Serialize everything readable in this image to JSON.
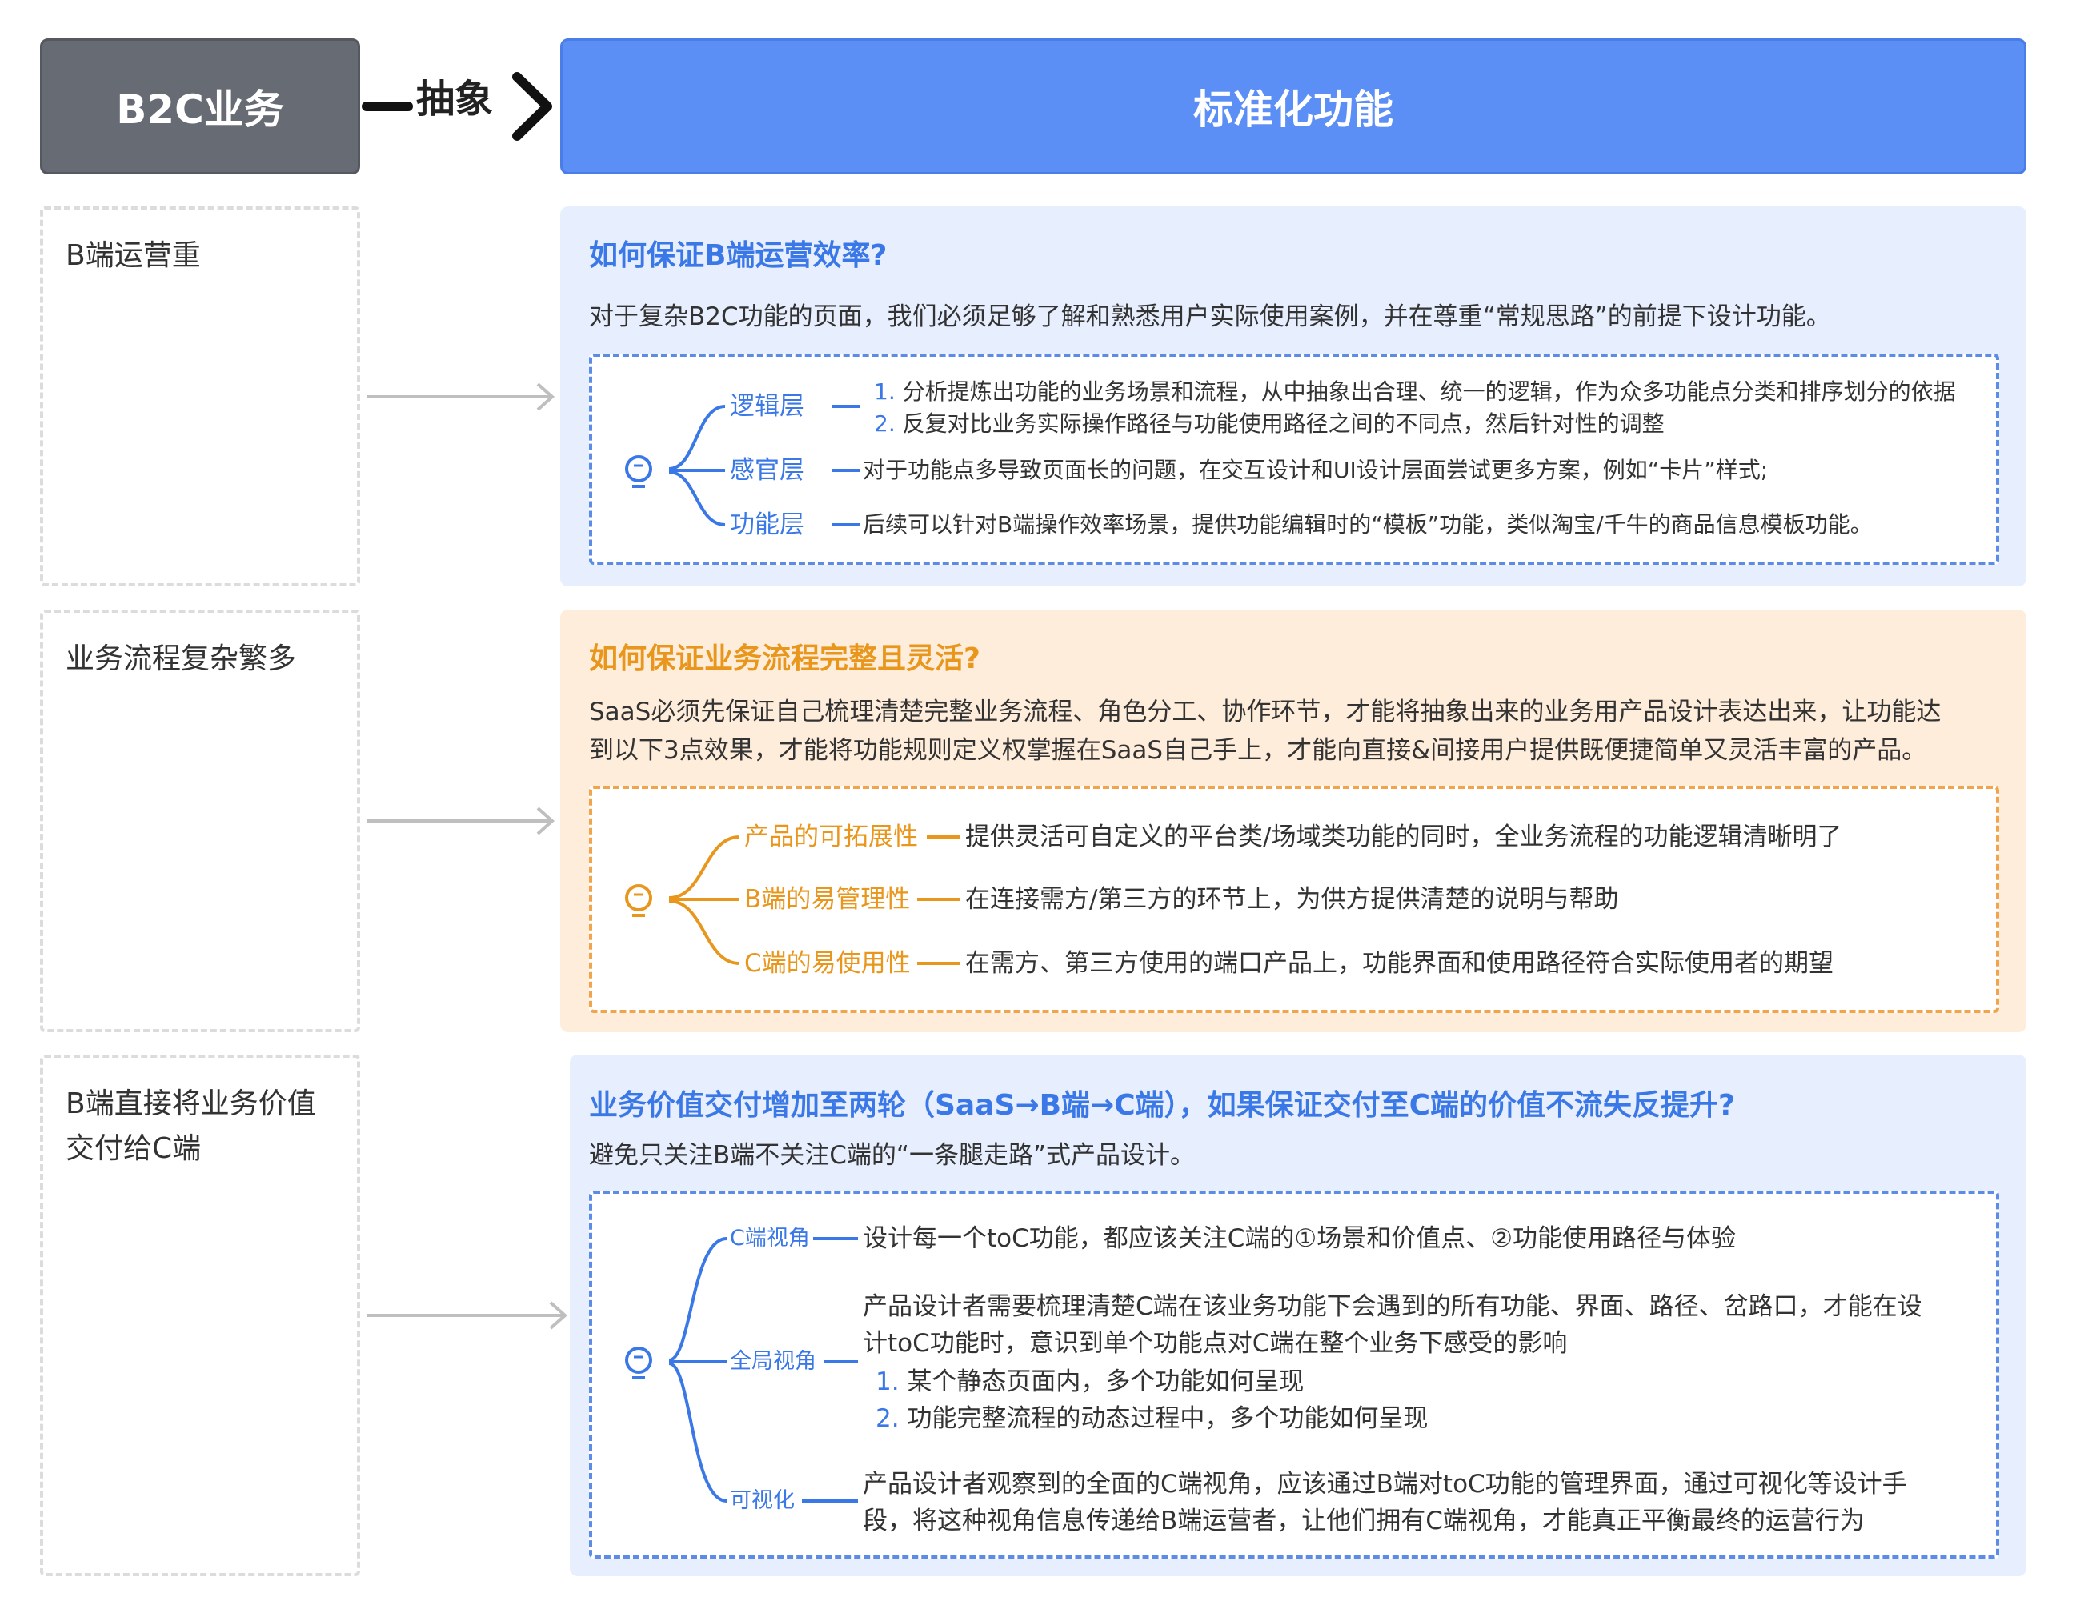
{
  "header": {
    "left_label": "B2C业务",
    "connector_label": "抽象",
    "right_label": "标准化功能"
  },
  "rows": [
    {
      "left": "B端运营重",
      "title": "如何保证B端运营效率?",
      "desc": "对于复杂B2C功能的页面，我们必须足够了解和熟悉用户实际使用案例，并在尊重“常规思路”的前提下设计功能。",
      "branches": [
        {
          "label": "逻辑层",
          "items": [
            {
              "num": "1.",
              "text": "分析提炼出功能的业务场景和流程，从中抽象出合理、统一的逻辑，作为众多功能点分类和排序划分的依据"
            },
            {
              "num": "2.",
              "text": "反复对比业务实际操作路径与功能使用路径之间的不同点，然后针对性的调整"
            }
          ]
        },
        {
          "label": "感官层",
          "text": "对于功能点多导致页面长的问题，在交互设计和UI设计层面尝试更多方案，例如“卡片”样式;"
        },
        {
          "label": "功能层",
          "text": "后续可以针对B端操作效率场景，提供功能编辑时的“模板”功能，类似淘宝/千牛的商品信息模板功能。"
        }
      ]
    },
    {
      "left": "业务流程复杂繁多",
      "title": "如何保证业务流程完整且灵活?",
      "desc_lines": [
        "SaaS必须先保证自己梳理清楚完整业务流程、角色分工、协作环节，才能将抽象出来的业务用产品设计表达出来，让功能达",
        "到以下3点效果，才能将功能规则定义权掌握在SaaS自己手上，才能向直接&间接用户提供既便捷简单又灵活丰富的产品。"
      ],
      "branches": [
        {
          "label": "产品的可拓展性",
          "text": "提供灵活可自定义的平台类/场域类功能的同时，全业务流程的功能逻辑清晰明了"
        },
        {
          "label": "B端的易管理性",
          "text": "在连接需方/第三方的环节上，为供方提供清楚的说明与帮助"
        },
        {
          "label": "C端的易使用性",
          "text": "在需方、第三方使用的端口产品上，功能界面和使用路径符合实际使用者的期望"
        }
      ]
    },
    {
      "left_lines": [
        "B端直接将业务价值",
        "交付给C端"
      ],
      "title": "业务价值交付增加至两轮（SaaS→B端→C端），如果保证交付至C端的价值不流失反提升?",
      "desc": "避免只关注B端不关注C端的“一条腿走路”式产品设计。",
      "branches": [
        {
          "label": "C端视角",
          "text": "设计每一个toC功能，都应该关注C端的①场景和价值点、②功能使用路径与体验"
        },
        {
          "label": "全局视角",
          "lines": [
            "产品设计者需要梳理清楚C端在该业务功能下会遇到的所有功能、界面、路径、岔路口，才能在设",
            "计toC功能时，意识到单个功能点对C端在整个业务下感受的影响"
          ],
          "items": [
            {
              "num": "1.",
              "text": "某个静态页面内，多个功能如何呈现"
            },
            {
              "num": "2.",
              "text": "功能完整流程的动态过程中，多个功能如何呈现"
            }
          ]
        },
        {
          "label": "可视化",
          "lines": [
            "产品设计者观察到的全面的C端视角，应该通过B端对toC功能的管理界面，通过可视化等设计手",
            "段，将这种视角信息传递给B端运营者，让他们拥有C端视角，才能真正平衡最终的运营行为"
          ]
        }
      ]
    }
  ],
  "colors": {
    "blue": "#3b78e7",
    "orange": "#e8961c",
    "header_gray": "#676b73",
    "header_blue": "#5b8ff5"
  },
  "icons": {
    "bulb": "lightbulb-icon",
    "arrow": "arrow-right-icon"
  }
}
